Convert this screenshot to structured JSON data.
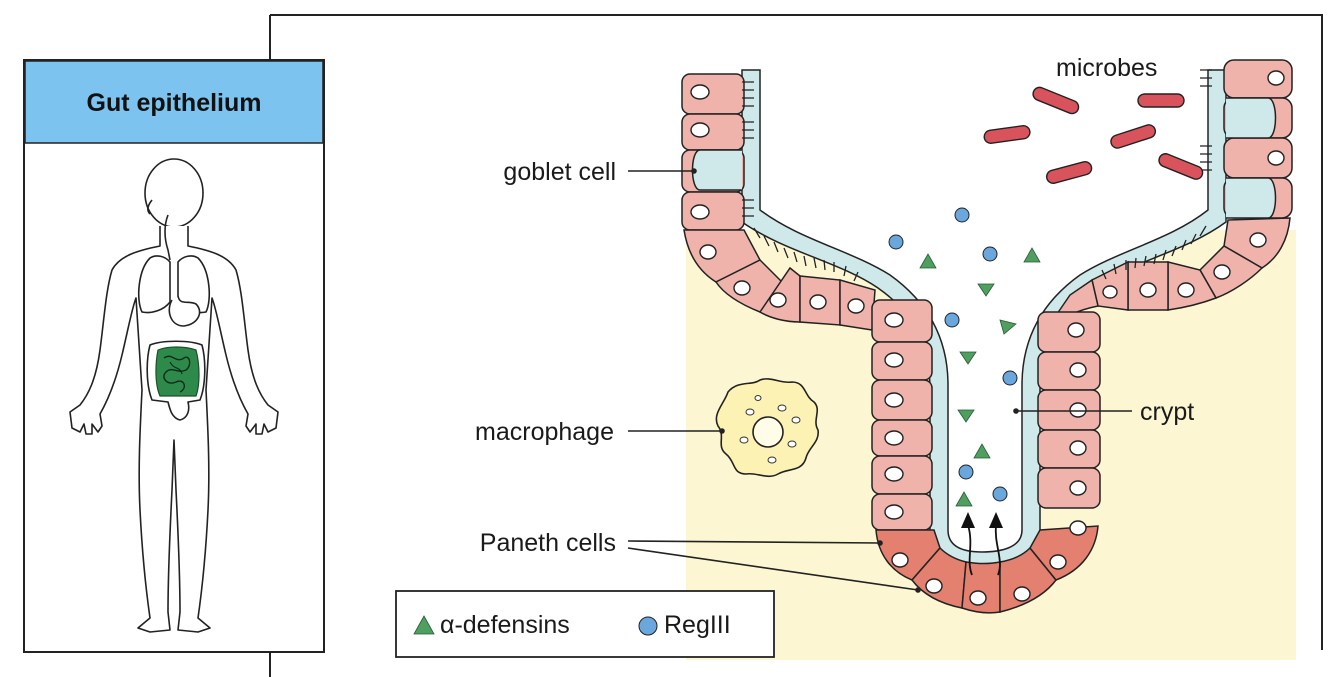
{
  "panel": {
    "title": "Gut epithelium"
  },
  "labels": {
    "goblet_cell": "goblet cell",
    "macrophage": "macrophage",
    "paneth_cells": "Paneth cells",
    "microbes": "microbes",
    "crypt": "crypt"
  },
  "legend": {
    "alpha_defensins": "α-defensins",
    "regiii": "RegIII"
  },
  "colors": {
    "header_blue": "#7cc4ef",
    "lamina_yellow": "#fcf7d2",
    "mucus_teal": "#cfe9ea",
    "cell_pink": "#efb3ab",
    "paneth_red": "#e3806f",
    "microbe_red": "#d9535c",
    "defensin_green": "#4f9f61",
    "regiii_blue": "#6aa7dc",
    "intestine_green": "#2e8a4a",
    "macrophage_yellow": "#fbf2b3"
  }
}
